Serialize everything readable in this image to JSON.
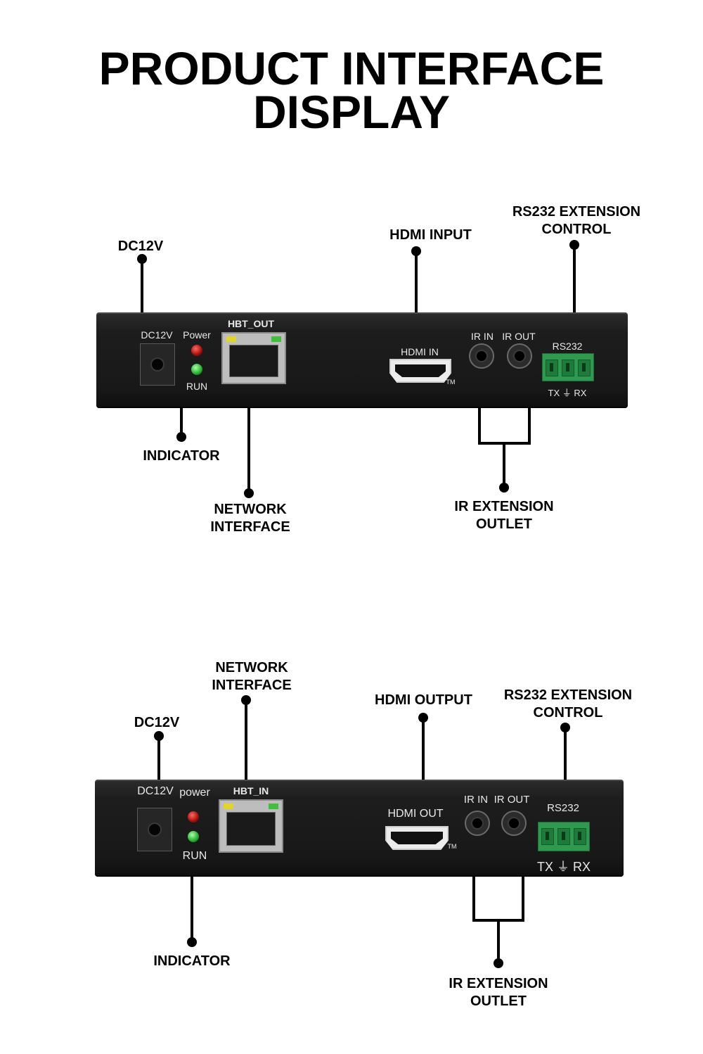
{
  "title": {
    "line1": "PRODUCT INTERFACE",
    "line2": "DISPLAY"
  },
  "transmitter": {
    "callouts": {
      "dc12v": "DC12V",
      "hdmi_input": "HDMI INPUT",
      "rs232_line1": "RS232 EXTENSION",
      "rs232_line2": "CONTROL",
      "indicator": "INDICATOR",
      "network_line1": "NETWORK",
      "network_line2": "INTERFACE",
      "ir_line1": "IR EXTENSION",
      "ir_line2": "OUTLET"
    },
    "panel": {
      "dc12v": "DC12V",
      "power": "Power",
      "run": "RUN",
      "hbt": "HBT_OUT",
      "hdmi": "HDMI IN",
      "tm": "TM",
      "ir_in": "IR IN",
      "ir_out": "IR OUT",
      "rs232": "RS232",
      "terminals": "TX ⏚ RX"
    }
  },
  "receiver": {
    "callouts": {
      "network_line1": "NETWORK",
      "network_line2": "INTERFACE",
      "dc12v": "DC12V",
      "hdmi_output": "HDMI OUTPUT",
      "rs232_line1": "RS232 EXTENSION",
      "rs232_line2": "CONTROL",
      "indicator": "INDICATOR",
      "ir_line1": "IR EXTENSION",
      "ir_line2": "OUTLET"
    },
    "panel": {
      "dc12v": "DC12V",
      "power": "power",
      "run": "RUN",
      "hbt": "HBT_IN",
      "hdmi": "HDMI OUT",
      "tm": "TM",
      "ir_in": "IR IN",
      "ir_out": "IR OUT",
      "rs232": "RS232",
      "terminals": "TX ⏚ RX"
    }
  },
  "colors": {
    "device": "#1d1d1d",
    "terminal": "#2e9a4f",
    "led_power": "#c0140e",
    "led_run": "#1fae2a"
  }
}
